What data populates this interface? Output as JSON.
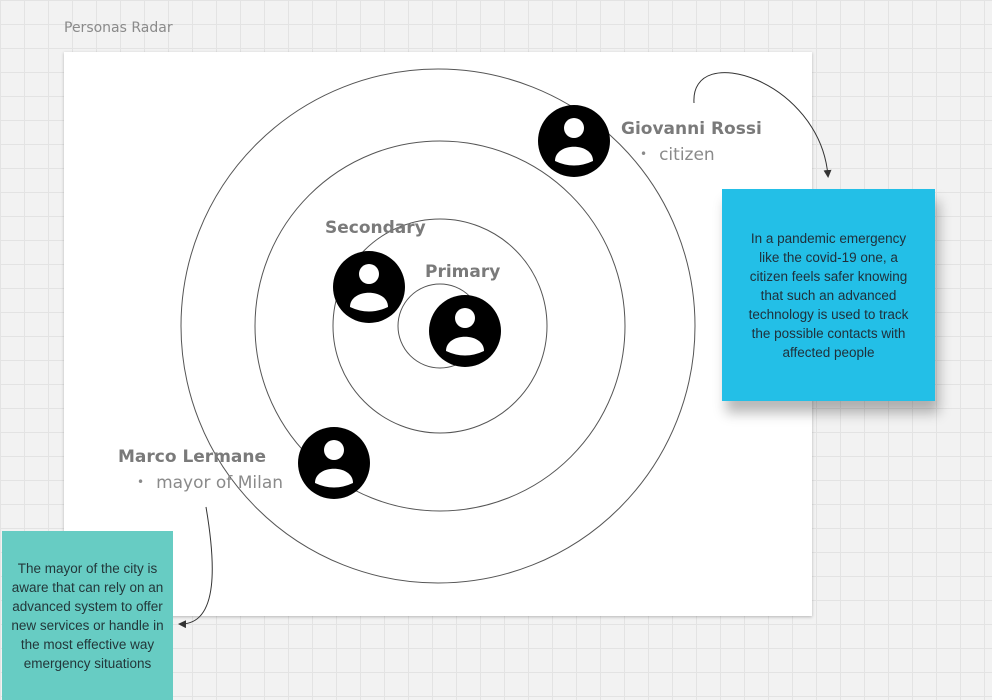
{
  "frame": {
    "title": "Personas Radar"
  },
  "radar": {
    "secondary_label": "Secondary",
    "primary_label": "Primary"
  },
  "personas": [
    {
      "name": "Giovanni Rossi",
      "role": "citizen",
      "icon": "user-avatar-icon"
    },
    {
      "name": "Marco Lermane",
      "role": "mayor of Milan",
      "icon": "user-avatar-icon"
    }
  ],
  "unlabeled_avatars": [
    {
      "icon": "user-avatar-icon"
    },
    {
      "icon": "user-avatar-icon"
    }
  ],
  "sticky_notes": [
    {
      "text": "In a pandemic emergency like the covid-19 one, a citizen feels safer knowing that such an advanced technology is used to track the possible contacts with affected people",
      "color": "#23bfe7"
    },
    {
      "text": "The mayor of the city is aware that can rely on an advanced system to offer new services or handle in the most effective way emergency situations",
      "color": "#67ccc3"
    }
  ],
  "colors": {
    "canvas": "#f2f2f2",
    "frame": "#ffffff",
    "ring_stroke": "#555555",
    "avatar": "#000000"
  }
}
